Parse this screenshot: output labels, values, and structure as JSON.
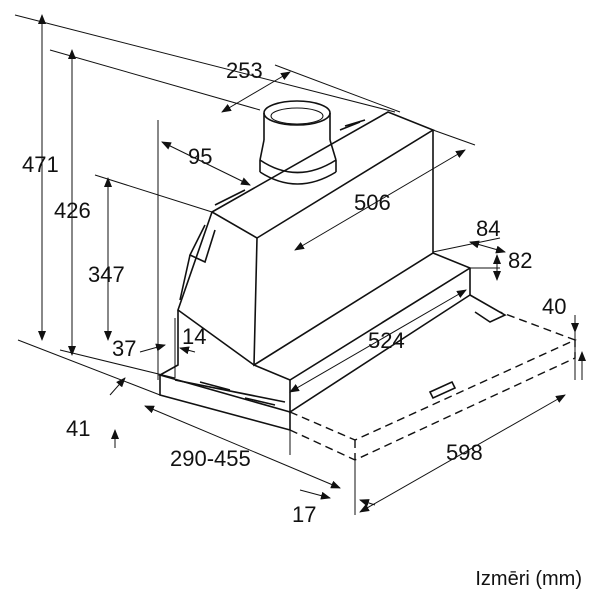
{
  "diagram": {
    "dimensions": {
      "total_height": "471",
      "height_426": "426",
      "height_347": "347",
      "depth_253": "253",
      "offset_95": "95",
      "body_width": "506",
      "depth_84": "84",
      "height_82": "82",
      "panel_height": "40",
      "inner_width": "524",
      "offset_37": "37",
      "offset_14": "14",
      "front_41": "41",
      "extension": "290-455",
      "total_width": "598",
      "offset_17": "17"
    },
    "caption": "Izmēri (mm)"
  }
}
